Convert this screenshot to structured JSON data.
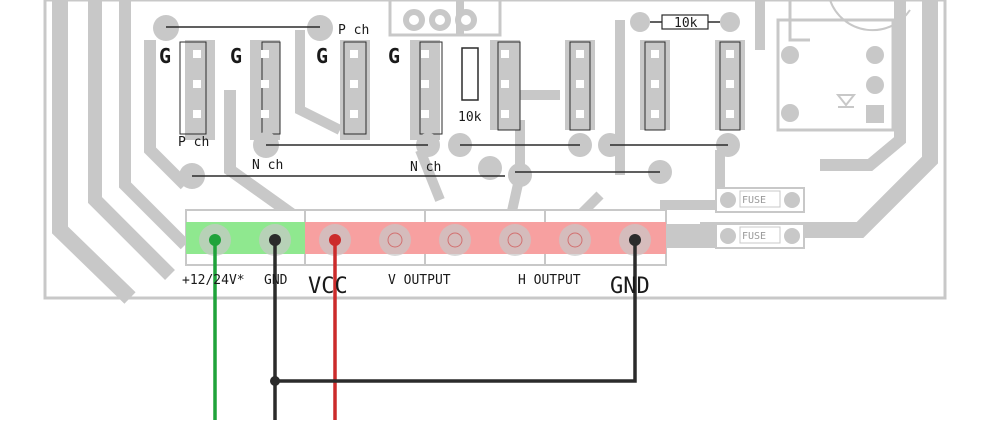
{
  "labels": {
    "g1": "G",
    "g2": "G",
    "g3": "G",
    "g4": "G",
    "pch_top": "P ch",
    "pch_left": "P ch",
    "nch_left": "N ch",
    "nch_mid": "N ch",
    "res_top": "10k",
    "res_mid": "10k",
    "fuse1": "FUSE",
    "fuse2": "FUSE"
  },
  "terminals": {
    "t1": "+12/24V*",
    "t2": "GND",
    "vcc": "VCC",
    "vout": "V OUTPUT",
    "hout": "H OUTPUT",
    "gnd": "GND"
  },
  "colors": {
    "green": "#1fa33a",
    "black": "#2b2b2b",
    "red": "#cc2b2b",
    "pcb": "#c8c8c8",
    "terminal_green": "#8fe88f",
    "terminal_red": "#f7a0a0"
  }
}
